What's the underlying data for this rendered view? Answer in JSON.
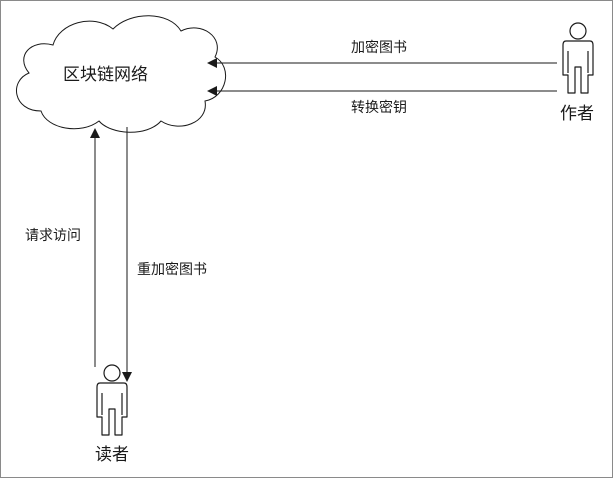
{
  "nodes": {
    "network": {
      "label": "区块链网络"
    },
    "author": {
      "label": "作者",
      "icon": "person-icon"
    },
    "reader": {
      "label": "读者",
      "icon": "person-icon"
    }
  },
  "edges": {
    "encrypt_book": {
      "label": "加密图书",
      "from": "作者",
      "to": "区块链网络"
    },
    "convert_key": {
      "label": "转换密钥",
      "from": "作者",
      "to": "区块链网络"
    },
    "request_access": {
      "label": "请求访问",
      "from": "读者",
      "to": "区块链网络"
    },
    "reencrypt_book": {
      "label": "重加密图书",
      "from": "区块链网络",
      "to": "读者"
    }
  },
  "colors": {
    "stroke": "#1a1a1a",
    "frame": "#8a8a8a",
    "background": "#ffffff"
  }
}
